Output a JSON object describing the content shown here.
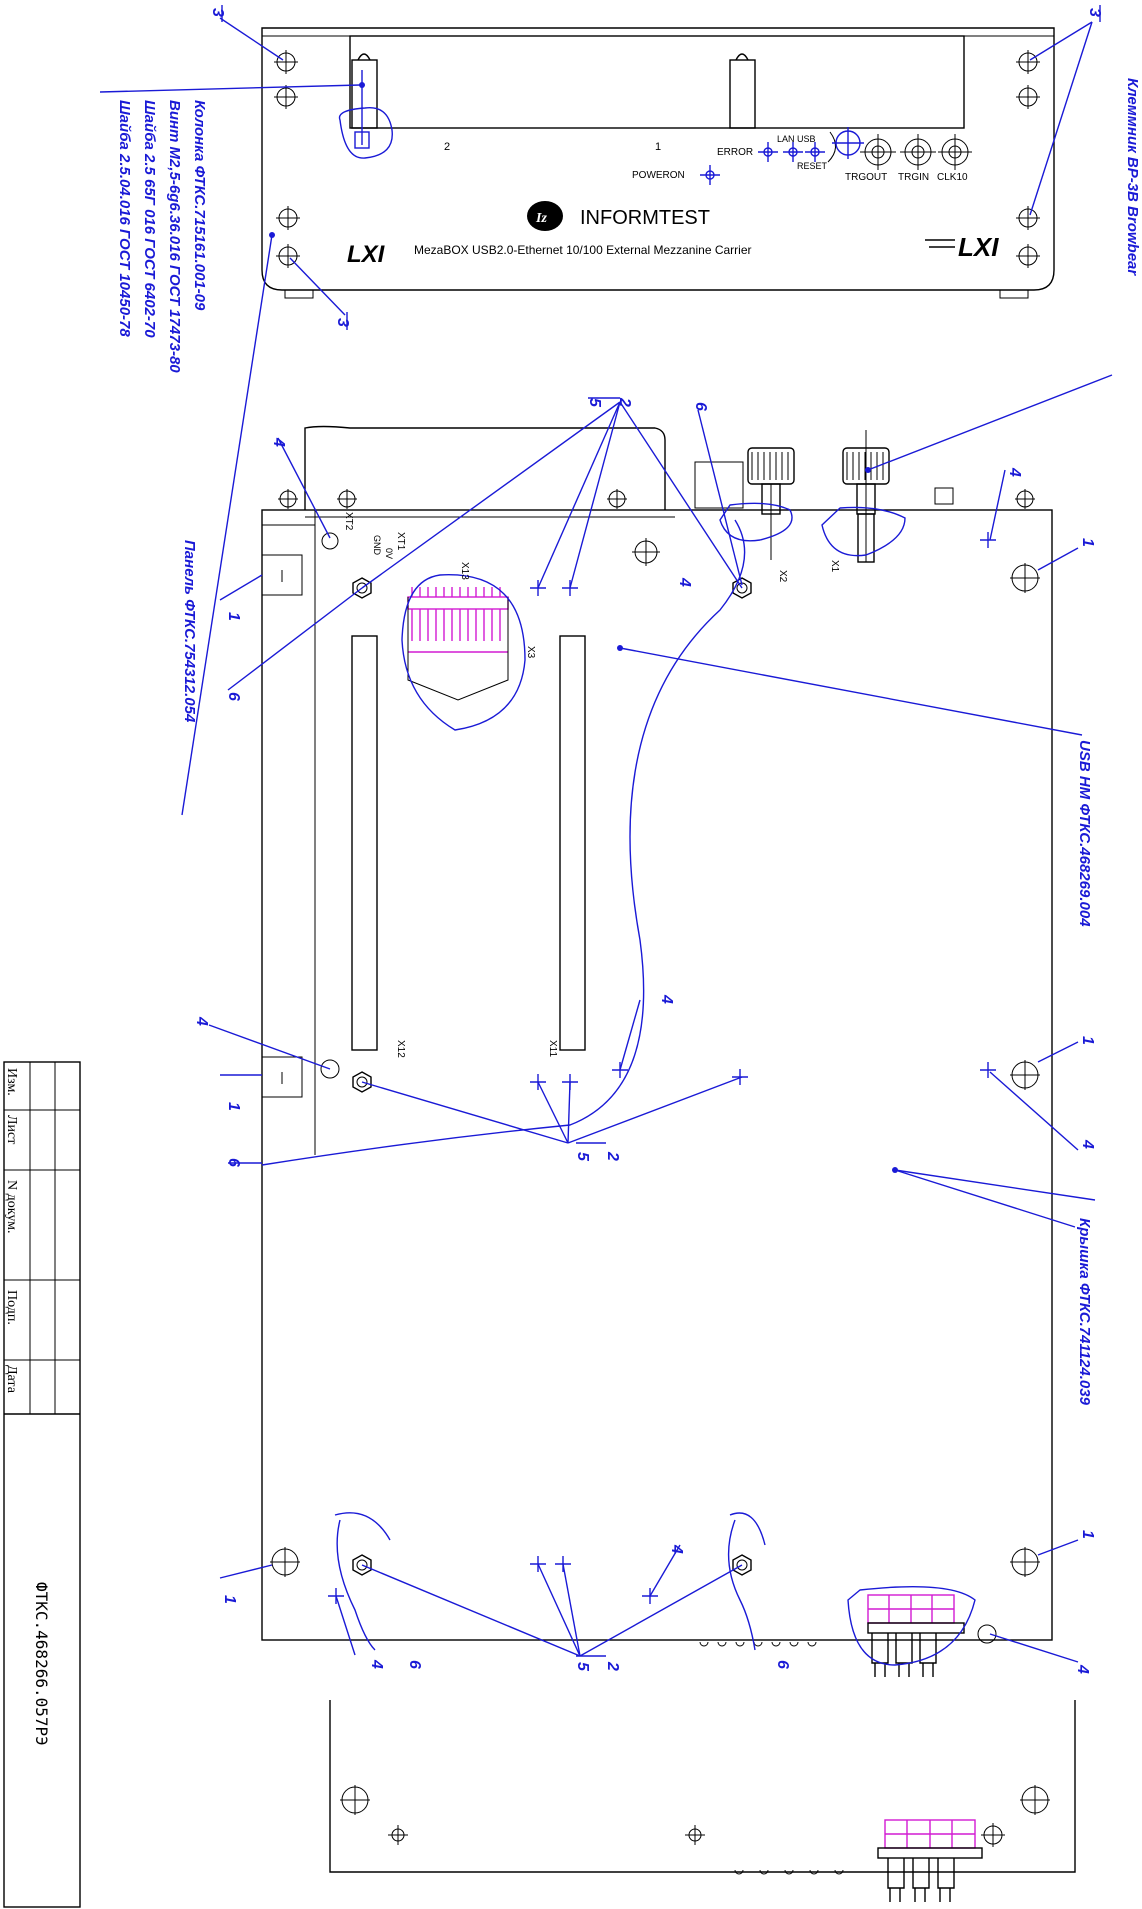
{
  "front_panel": {
    "brand_text": "INFORMTEST",
    "caption": "MezaBOX USB2.0-Ethernet 10/100 External Mezzanine Carrier",
    "slot_1": "1",
    "slot_2": "2",
    "poweron": "POWERON",
    "error": "ERROR",
    "lan_usb": "LAN USB",
    "reset": "RESET",
    "trgout": "TRGOUT",
    "trgin": "TRGIN",
    "clk10": "CLK10",
    "logo_left": "LXI",
    "logo_right": "LXI"
  },
  "callouts": {
    "part_list_left": [
      "Колонка ФТКС.715161.001-09",
      "Винт М2,5-6g6.36.016 ГОСТ 17473-80",
      "Шайба 2.5 65Г 016 ГОСТ 6402-70",
      "Шайба 2.5.04.016 ГОСТ 10450-78"
    ],
    "panel": "Панель ФТКС.754312.054",
    "terminal": "Клеммник ВР-3В Browbear",
    "usb_module": "USB НМ ФТКС.468269.004",
    "cover": "Крышка ФТКС.741124.039"
  },
  "board_labels": {
    "x1": "X1",
    "x2": "X2",
    "x3": "X3",
    "x11": "X11",
    "x12": "X12",
    "x13": "X13",
    "xt1": "XT1",
    "xt2": "XT2",
    "gnd": "GND",
    "zero_v": "0V"
  },
  "item_numbers": {
    "n1": "1",
    "n2": "2",
    "n3": "3",
    "n4": "4",
    "n5": "5",
    "n6": "6"
  },
  "title_block": {
    "headers": [
      "Изм.",
      "Лист",
      "N докум.",
      "Подп.",
      "Дата"
    ],
    "document_code": "ФТКС.468266.057РЭ"
  }
}
